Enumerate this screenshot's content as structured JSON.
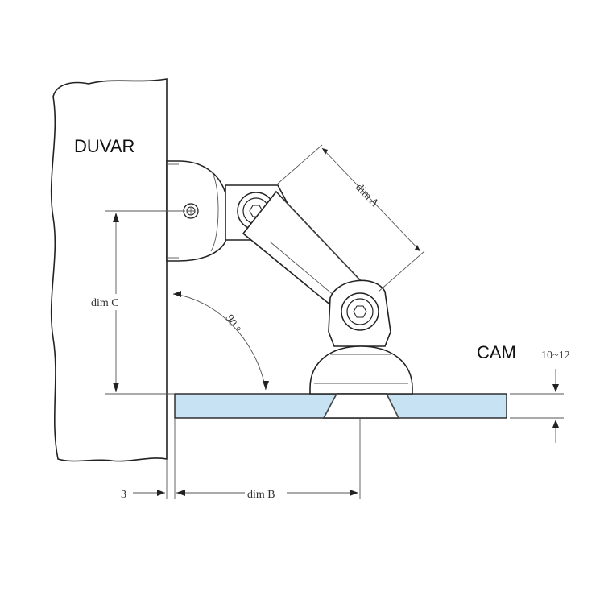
{
  "labels": {
    "wall": "DUVAR",
    "glass": "CAM",
    "dim_a": "dim A",
    "dim_b": "dim B",
    "dim_c": "dim C",
    "angle": "90 °",
    "wall_gap": "3",
    "glass_thickness": "10~12"
  },
  "colors": {
    "glass_fill": "#c6e2f3",
    "line": "#222222",
    "dim_line": "#555555"
  }
}
